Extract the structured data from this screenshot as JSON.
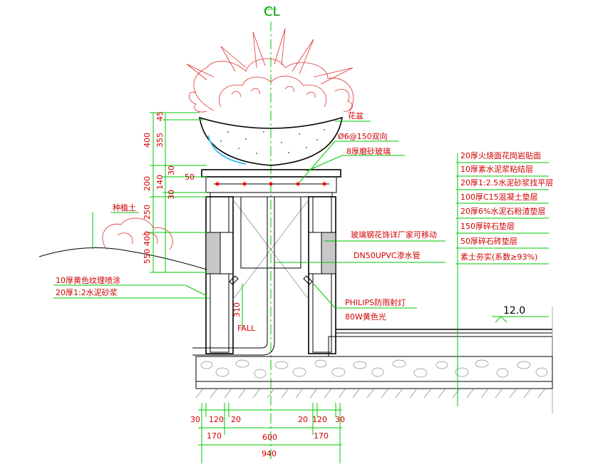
{
  "centerline_symbol": "CL",
  "left_dims": [
    "45",
    "355",
    "400",
    "30",
    "140",
    "200",
    "30",
    "250",
    "400",
    "550"
  ],
  "labels_right": {
    "pot": "花盆",
    "rebar": "Ø6@150双向",
    "glass": "8厚磨砂玻璃",
    "grille": "玻璃钢花饰详厂家可移动",
    "pipe": "DN50UPVC渗水管",
    "lamp_1": "PHILIPS防雨射灯",
    "lamp_2": "80W黄色光"
  },
  "labels_left": {
    "soil": "种植土",
    "paint": "10厚黄色纹理喷涂",
    "mortar": "20厚1:2水泥砂浆"
  },
  "left_small": {
    "d50": "50",
    "d310": "310",
    "fall": "FALL"
  },
  "layers": [
    "20厚火烧面花岗岩贴面",
    "10厚素水泥浆粘结层",
    "20厚1:2.5水泥砂浆找平层",
    "100厚C15混凝土垫层",
    "20厚6%水泥石粉渣垫层",
    "150厚碎石垫层",
    "50厚碎石砖垫层",
    "素土夯实(系数≥93%)"
  ],
  "level": "12.0",
  "bottom_dims": {
    "row1": [
      "30",
      "120",
      "20",
      "20",
      "120",
      "30"
    ],
    "row2": [
      "170",
      "600",
      "170"
    ],
    "row3": [
      "940"
    ]
  }
}
